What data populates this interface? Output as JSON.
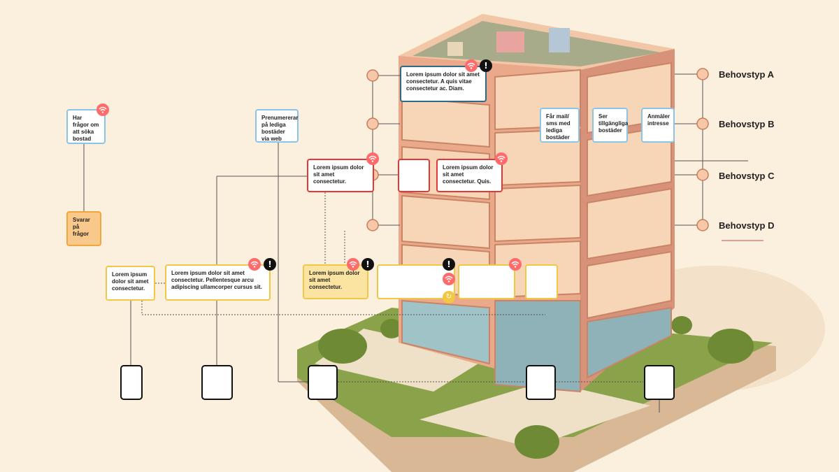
{
  "needs": [
    {
      "label": "Behovstyp A"
    },
    {
      "label": "Behovstyp B"
    },
    {
      "label": "Behovstyp C"
    },
    {
      "label": "Behovstyp D"
    }
  ],
  "cards": {
    "fragor": "Har frågor om att söka bostad",
    "svarar": "Svarar på frågor",
    "prenumererar": "Prenumererar på lediga bostäder via web",
    "lorem_short": "Lorem ipsum dolor sit amet consectetur.",
    "lorem_long": "Lorem ipsum dolor sit amet consectetur. Pellentesque arcu adipiscing ullamcorper cursus sit.",
    "lorem_top": "Lorem ipsum dolor sit amet consectetur. A quis vitae consectetur ac. Diam.",
    "lorem_red1": "Lorem ipsum dolor sit amet consectetur.",
    "lorem_red2": "Lorem ipsum dolor sit amet consectetur. Quis.",
    "lorem_yellowfill": "Lorem ipsum dolor sit amet consectetur.",
    "far_mail": "Får mail/ sms med lediga bostäder",
    "ser": "Ser tillgängliga bostäder",
    "anmaler": "Anmäler intresse"
  },
  "badges": {
    "alert": "!",
    "sync": "↻"
  },
  "colors": {
    "background": "#fbf0dd",
    "red": "#e23838",
    "blue": "#8cc4e8",
    "navy": "#2d6a8a",
    "yellow": "#f2c744",
    "orange": "#f9c98c",
    "node": "#f7c7a9"
  }
}
